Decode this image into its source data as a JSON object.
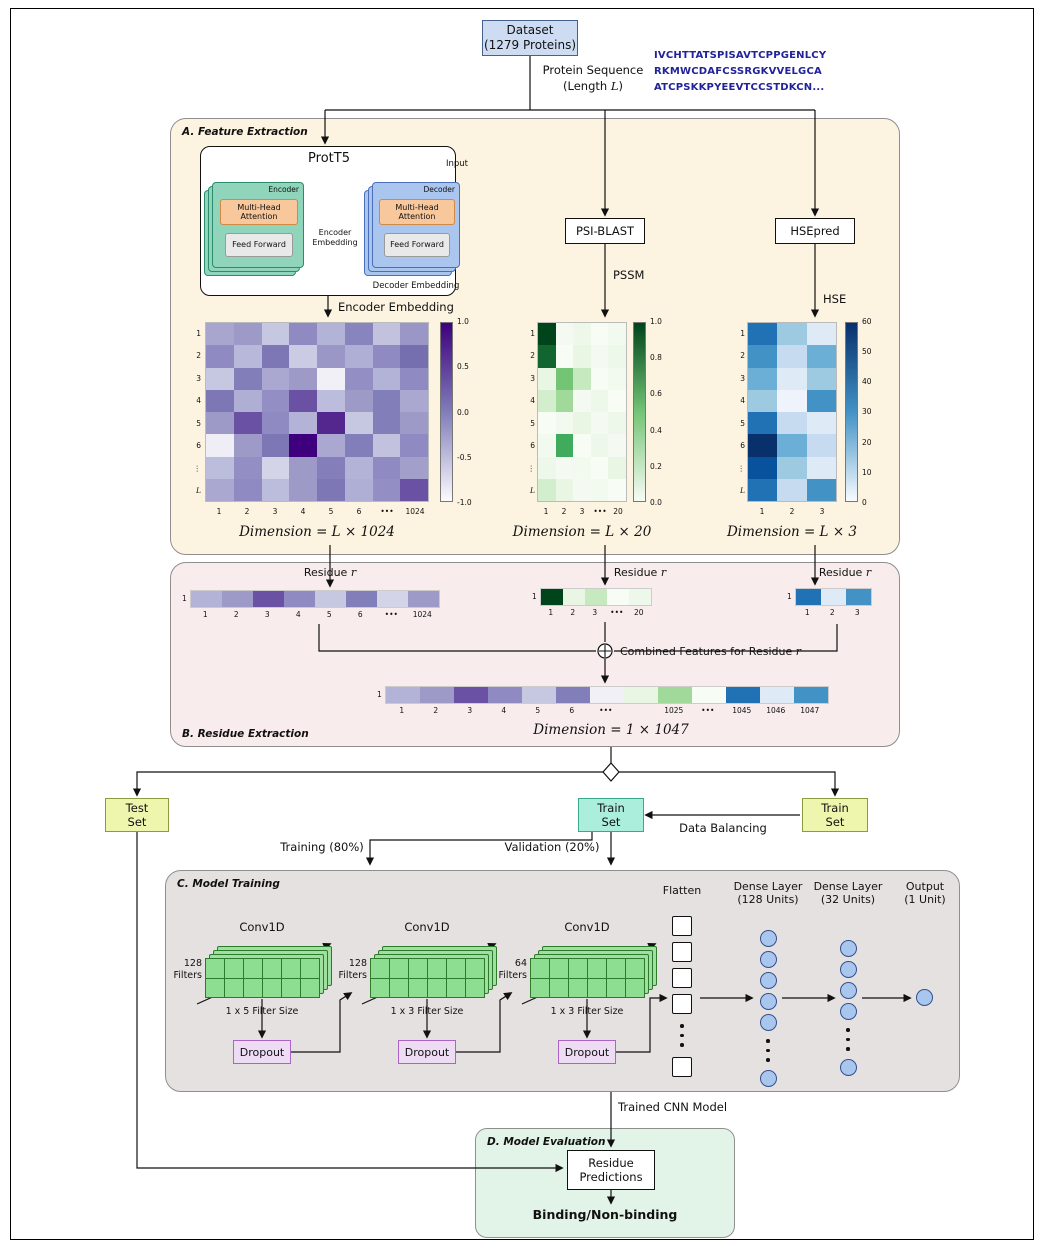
{
  "page": {
    "dataset": {
      "line1": "Dataset",
      "line2": "(1279 Proteins)"
    },
    "protein_sequence": {
      "line1": "Protein Sequence",
      "line2_pre": "(Length ",
      "line2_var": "L",
      "line2_post": ")"
    },
    "sequence_lines": [
      "IVCHTTATSPISAVTCPPGENLCY",
      "RKMWCDAFCSSRGKVVELGCA",
      "ATCPSKKPYEEVTCCSTDKCN..."
    ]
  },
  "section_a": {
    "label": "A. Feature Extraction",
    "prott5": {
      "title": "ProtT5",
      "input": "Input",
      "encoder_label": "Encoder",
      "decoder_label": "Decoder",
      "mha": "Multi-Head Attention",
      "ff": "Feed Forward",
      "enc_emb_line1": "Encoder",
      "enc_emb_line2": "Embedding",
      "dec_emb": "Decoder Embedding"
    },
    "encoder_embedding_label": "Encoder Embedding",
    "psiblast": "PSI-BLAST",
    "pssm": "PSSM",
    "hsepred": "HSEpred",
    "hse": "HSE",
    "captions": {
      "embedding": "Dimension = L × 1024",
      "pssm": "Dimension = L × 20",
      "hse": "Dimension = L × 3"
    }
  },
  "heatmaps": {
    "embedding": {
      "row_labels": [
        "1",
        "2",
        "3",
        "4",
        "5",
        "6",
        "⋮",
        "L"
      ],
      "col_labels": [
        "1",
        "2",
        "3",
        "4",
        "5",
        "6",
        "•••",
        "1024"
      ],
      "cells": [
        [
          "#a8a6cf",
          "#9e9ac8",
          "#c6c7e1",
          "#8f8bc2",
          "#b3b3d8",
          "#8884bd",
          "#c2c2de",
          "#9a96c6"
        ],
        [
          "#8f8bc2",
          "#b8b8da",
          "#7d78b5",
          "#cbcce3",
          "#9a96c6",
          "#afaed4",
          "#8f8bc2",
          "#756fb0"
        ],
        [
          "#c6c7e1",
          "#827eb9",
          "#aaa8d0",
          "#9e9ac8",
          "#f2f0f7",
          "#938fc4",
          "#b3b3d8",
          "#8f8bc2"
        ],
        [
          "#7d78b5",
          "#afaed4",
          "#938fc4",
          "#6a51a3",
          "#bcbddc",
          "#9e9ac8",
          "#827eb9",
          "#aaa8d0"
        ],
        [
          "#9e9ac8",
          "#6a51a3",
          "#8f8bc2",
          "#b3b3d8",
          "#54278f",
          "#c6c7e1",
          "#827eb9",
          "#9e9ac8"
        ],
        [
          "#efedf5",
          "#9e9ac8",
          "#7d78b5",
          "#3f007d",
          "#aaa8d0",
          "#827eb9",
          "#c2c2de",
          "#8f8bc2"
        ],
        [
          "#bcbddc",
          "#938fc4",
          "#d4d4e8",
          "#9e9ac8",
          "#847fba",
          "#b3b3d8",
          "#8f8bc2",
          "#a29fcb"
        ],
        [
          "#aaa8d0",
          "#8f8bc2",
          "#bcbddc",
          "#9e9ac8",
          "#7d78b5",
          "#afaed4",
          "#938fc4",
          "#6a51a3"
        ]
      ],
      "colorbar": {
        "top": "#3f007d",
        "mid": "#807dba",
        "bottom": "#fcfbfd",
        "ticks": [
          "1.0",
          "0.5",
          "0.0",
          "-0.5",
          "-1.0"
        ]
      }
    },
    "pssm": {
      "row_labels": [
        "1",
        "2",
        "3",
        "4",
        "5",
        "6",
        "⋮",
        "L"
      ],
      "col_labels": [
        "1",
        "2",
        "3",
        "•••",
        "20"
      ],
      "cells": [
        [
          "#00441b",
          "#f4faf1",
          "#eef8ea",
          "#f7fcf5",
          "#f2f9ef"
        ],
        [
          "#12652f",
          "#f7fcf5",
          "#e8f6e3",
          "#f4faf1",
          "#eef8ea"
        ],
        [
          "#e8f6e3",
          "#74c476",
          "#c7e9c0",
          "#f7fcf5",
          "#f2f9ef"
        ],
        [
          "#d3eecd",
          "#a1d99b",
          "#f4faf1",
          "#eef8ea",
          "#f7fcf5"
        ],
        [
          "#f7fcf5",
          "#f2f9ef",
          "#e8f6e3",
          "#f4faf1",
          "#eef8ea"
        ],
        [
          "#f2f9ef",
          "#41ab5d",
          "#f7fcf5",
          "#eef8ea",
          "#f4faf1"
        ],
        [
          "#eef8ea",
          "#f4faf1",
          "#f2f9ef",
          "#f7fcf5",
          "#e8f6e3"
        ],
        [
          "#d3eecd",
          "#e8f6e3",
          "#f4faf1",
          "#f2f9ef",
          "#f7fcf5"
        ]
      ],
      "colorbar": {
        "top": "#00441b",
        "mid": "#74c476",
        "bottom": "#f7fcf5",
        "ticks": [
          "1.0",
          "0.8",
          "0.6",
          "0.4",
          "0.2",
          "0.0"
        ]
      }
    },
    "hse": {
      "row_labels": [
        "1",
        "2",
        "3",
        "4",
        "5",
        "6",
        "⋮",
        "L"
      ],
      "col_labels": [
        "1",
        "2",
        "3"
      ],
      "cells": [
        [
          "#2171b5",
          "#9ecae1",
          "#deebf7"
        ],
        [
          "#4292c6",
          "#c6dbef",
          "#6baed6"
        ],
        [
          "#6baed6",
          "#deebf7",
          "#9ecae1"
        ],
        [
          "#9ecae1",
          "#eff3fb",
          "#4292c6"
        ],
        [
          "#2171b5",
          "#c6dbef",
          "#deebf7"
        ],
        [
          "#08306b",
          "#6baed6",
          "#c6dbef"
        ],
        [
          "#08519c",
          "#9ecae1",
          "#deebf7"
        ],
        [
          "#2171b5",
          "#c6dbef",
          "#4292c6"
        ]
      ],
      "colorbar": {
        "top": "#08306b",
        "mid": "#4292c6",
        "bottom": "#f7fbff",
        "ticks": [
          "60",
          "50",
          "40",
          "30",
          "20",
          "10",
          "0"
        ]
      }
    }
  },
  "section_b": {
    "label": "B. Residue Extraction",
    "residue_text": "Residue",
    "residue_var": "r",
    "combined_text": "Combined Features for Residue",
    "combined_var": "r",
    "caption": "Dimension = 1 × 1047"
  },
  "strips": {
    "embedding": {
      "row_label": "1",
      "cells": [
        "#b3b3d8",
        "#9e9ac8",
        "#6a51a3",
        "#8f8bc2",
        "#c6c7e1",
        "#827eb9",
        "#d4d4e8",
        "#9e9ac8"
      ],
      "ticks": [
        "1",
        "2",
        "3",
        "4",
        "5",
        "6",
        "•••",
        "1024"
      ]
    },
    "pssm": {
      "row_label": "1",
      "cells": [
        "#00441b",
        "#e8f6e3",
        "#c7e9c0",
        "#f7fcf5",
        "#eef8ea"
      ],
      "ticks": [
        "1",
        "2",
        "3",
        "•••",
        "20"
      ]
    },
    "hse": {
      "row_label": "1",
      "cells": [
        "#2171b5",
        "#deebf7",
        "#4292c6"
      ],
      "ticks": [
        "1",
        "2",
        "3"
      ]
    },
    "combined": {
      "row_label": "1",
      "cells": [
        "#b3b3d8",
        "#9e9ac8",
        "#6a51a3",
        "#8f8bc2",
        "#c6c7e1",
        "#827eb9",
        "#f2f0f7",
        "#e8f6e3",
        "#a1d99b",
        "#f7fcf5",
        "#2171b5",
        "#deebf7",
        "#4292c6"
      ],
      "ticks": [
        "1",
        "2",
        "3",
        "4",
        "5",
        "6",
        "•••",
        "",
        "1025",
        "•••",
        "1045",
        "1046",
        "1047"
      ]
    }
  },
  "splits": {
    "test_set": {
      "line1": "Test",
      "line2": "Set"
    },
    "train_center": {
      "line1": "Train",
      "line2": "Set"
    },
    "train_right": {
      "line1": "Train",
      "line2": "Set"
    },
    "data_balancing": "Data Balancing",
    "training": "Training (80%)",
    "validation": "Validation (20%)"
  },
  "section_c": {
    "label": "C. Model Training",
    "conv_blocks": [
      {
        "title": "Conv1D",
        "filters": "128",
        "filters_word": "Filters",
        "size": "1 x 5 Filter Size",
        "dropout": "Dropout"
      },
      {
        "title": "Conv1D",
        "filters": "128",
        "filters_word": "Filters",
        "size": "1 x 3 Filter Size",
        "dropout": "Dropout"
      },
      {
        "title": "Conv1D",
        "filters": "64",
        "filters_word": "Filters",
        "size": "1 x 3 Filter Size",
        "dropout": "Dropout"
      }
    ],
    "flatten": "Flatten",
    "dense1_line1": "Dense Layer",
    "dense1_line2": "(128 Units)",
    "dense2_line1": "Dense Layer",
    "dense2_line2": "(32 Units)",
    "output_line1": "Output",
    "output_line2": "(1 Unit)"
  },
  "trained_cnn": "Trained CNN Model",
  "section_d": {
    "label": "D. Model Evaluation",
    "pred_line1": "Residue",
    "pred_line2": "Predictions",
    "result": "Binding/Non-binding"
  },
  "colors": {
    "dataset_fill": "#cddcf3",
    "section_a_fill": "#fdf3e1",
    "section_b_fill": "#f8ecec",
    "section_c_fill": "#e5e1e0",
    "section_d_fill": "#e2f3e8",
    "test_train_yellow": "#eef6ae",
    "train_cyan": "#abeedc",
    "encoder_green": "#8fd4bb",
    "decoder_blue": "#aac6ee",
    "attention_orange": "#f8c79c",
    "feed_forward_gray": "#e9e9e9",
    "dropout_lavender": "#eedcf5",
    "conv_green": "#8ede92",
    "node_blue": "#a9c6ef",
    "sequence_navy": "#22229b"
  }
}
